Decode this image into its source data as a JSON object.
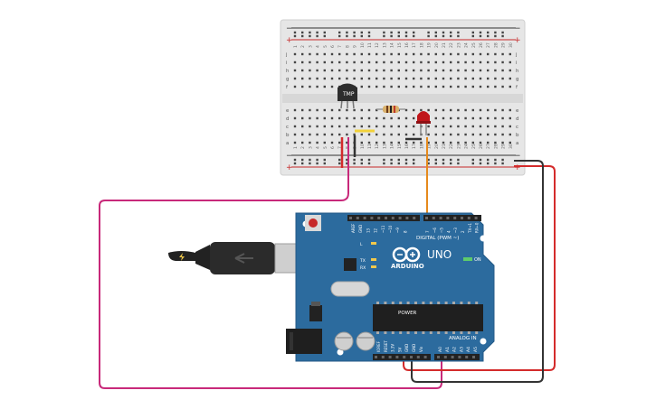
{
  "breadboard": {
    "top_rail_minus": "−",
    "top_rail_plus": "+",
    "bottom_rail_minus": "−",
    "bottom_rail_plus": "+",
    "row_letters_top": [
      "j",
      "i",
      "h",
      "g",
      "f"
    ],
    "row_letters_bottom": [
      "e",
      "d",
      "c",
      "b",
      "a"
    ],
    "column_numbers": [
      "1",
      "2",
      "3",
      "4",
      "5",
      "6",
      "7",
      "8",
      "9",
      "10",
      "11",
      "12",
      "13",
      "14",
      "15",
      "16",
      "17",
      "18",
      "19",
      "20",
      "21",
      "22",
      "23",
      "24",
      "25",
      "26",
      "27",
      "28",
      "29",
      "30"
    ]
  },
  "sensor": {
    "label": "TMP"
  },
  "arduino": {
    "brand": "ARDUINO",
    "model": "UNO",
    "digital_label": "DIGITAL (PWM ~)",
    "power_label": "POWER",
    "analog_label": "ANALOG IN",
    "on_label": "ON",
    "led_labels": [
      "L",
      "TX",
      "RX"
    ],
    "aref_labels": [
      "AREF",
      "GND",
      "13",
      "12",
      "~11",
      "~10",
      "~9",
      "8"
    ],
    "digital_pins": [
      "7",
      "~6",
      "~5",
      "4",
      "~3",
      "2",
      "TX→1",
      "RX←0"
    ],
    "power_pins": [
      "IOREF",
      "RESET",
      "3.3V",
      "5V",
      "GND",
      "GND",
      "Vin"
    ],
    "analog_pins": [
      "A0",
      "A1",
      "A2",
      "A3",
      "A4",
      "A5"
    ]
  },
  "colors": {
    "board": "#2c6b9e",
    "breadboard": "#e8e8e8",
    "wire_magenta": "#c8297a",
    "wire_red": "#d42b2b",
    "wire_black": "#333333",
    "wire_orange": "#e68a1c",
    "led": "#c0161b"
  },
  "icons": [
    "usb-cable-icon",
    "power-jack-icon",
    "arduino-infinity-logo-icon",
    "reset-button-icon"
  ]
}
